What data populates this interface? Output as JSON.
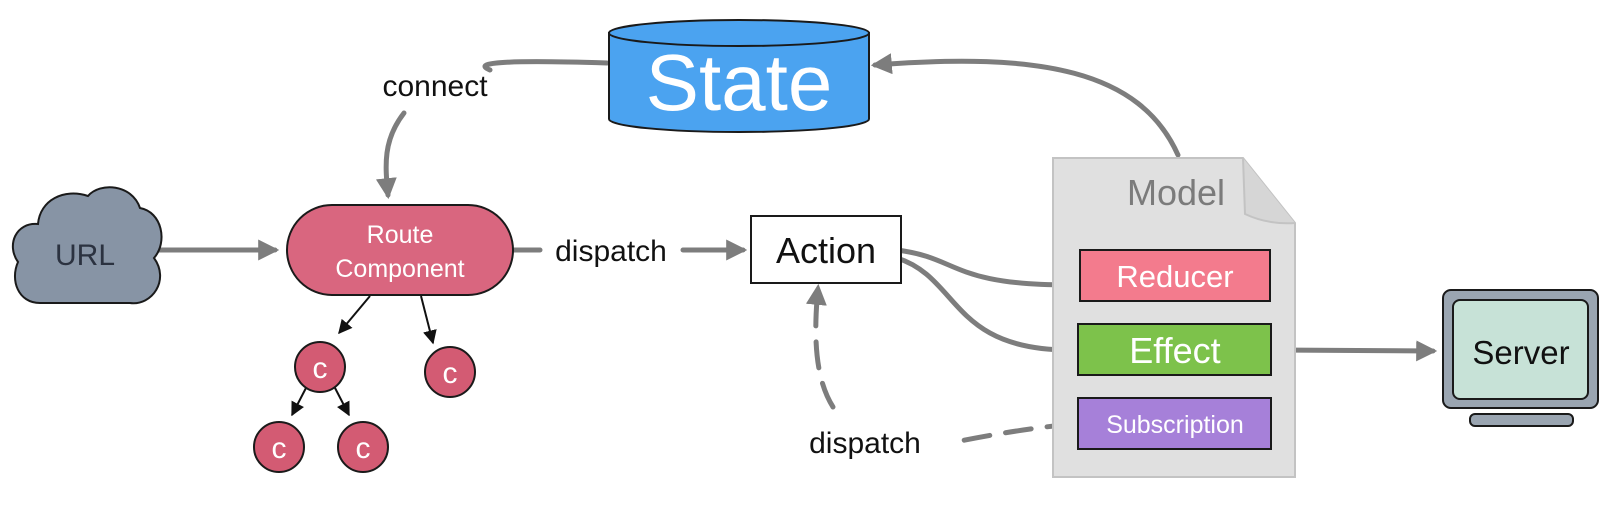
{
  "nodes": {
    "state": "State",
    "url": "URL",
    "route": {
      "line1": "Route",
      "line2": "Component"
    },
    "action": "Action",
    "model": "Model",
    "reducer": "Reducer",
    "effect": "Effect",
    "subscription": "Subscription",
    "server": "Server",
    "child": "c"
  },
  "edges": {
    "connect": "connect",
    "dispatch_top": "dispatch",
    "dispatch_bottom": "dispatch"
  },
  "colors": {
    "state": "#4ba3f0",
    "url": "#8794a5",
    "route": "#d9667f",
    "child": "#d35b73",
    "reducer": "#f37b8d",
    "effect": "#7dc24b",
    "subscription": "#a680d9",
    "model": "#e0e0e0",
    "server_frame": "#9aa5b1",
    "server_screen": "#c7e2d7",
    "arrow": "#7d7d7d"
  }
}
